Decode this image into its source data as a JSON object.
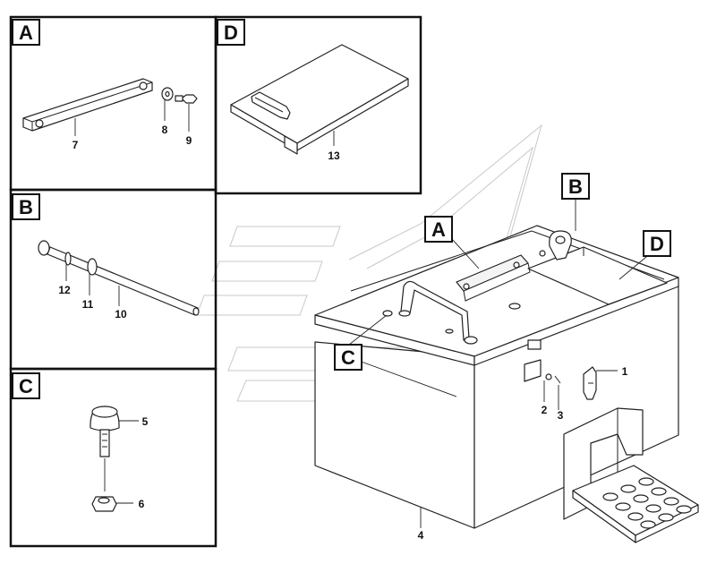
{
  "panels": {
    "A": {
      "label": "A",
      "parts": [
        "7",
        "8",
        "9"
      ]
    },
    "B": {
      "label": "B",
      "parts": [
        "12",
        "11",
        "10"
      ]
    },
    "C": {
      "label": "C",
      "parts": [
        "5",
        "6"
      ]
    },
    "D": {
      "label": "D",
      "parts": [
        "13"
      ]
    }
  },
  "main": {
    "callouts": [
      "A",
      "B",
      "C",
      "D"
    ],
    "parts": [
      "1",
      "2",
      "3",
      "4"
    ]
  }
}
